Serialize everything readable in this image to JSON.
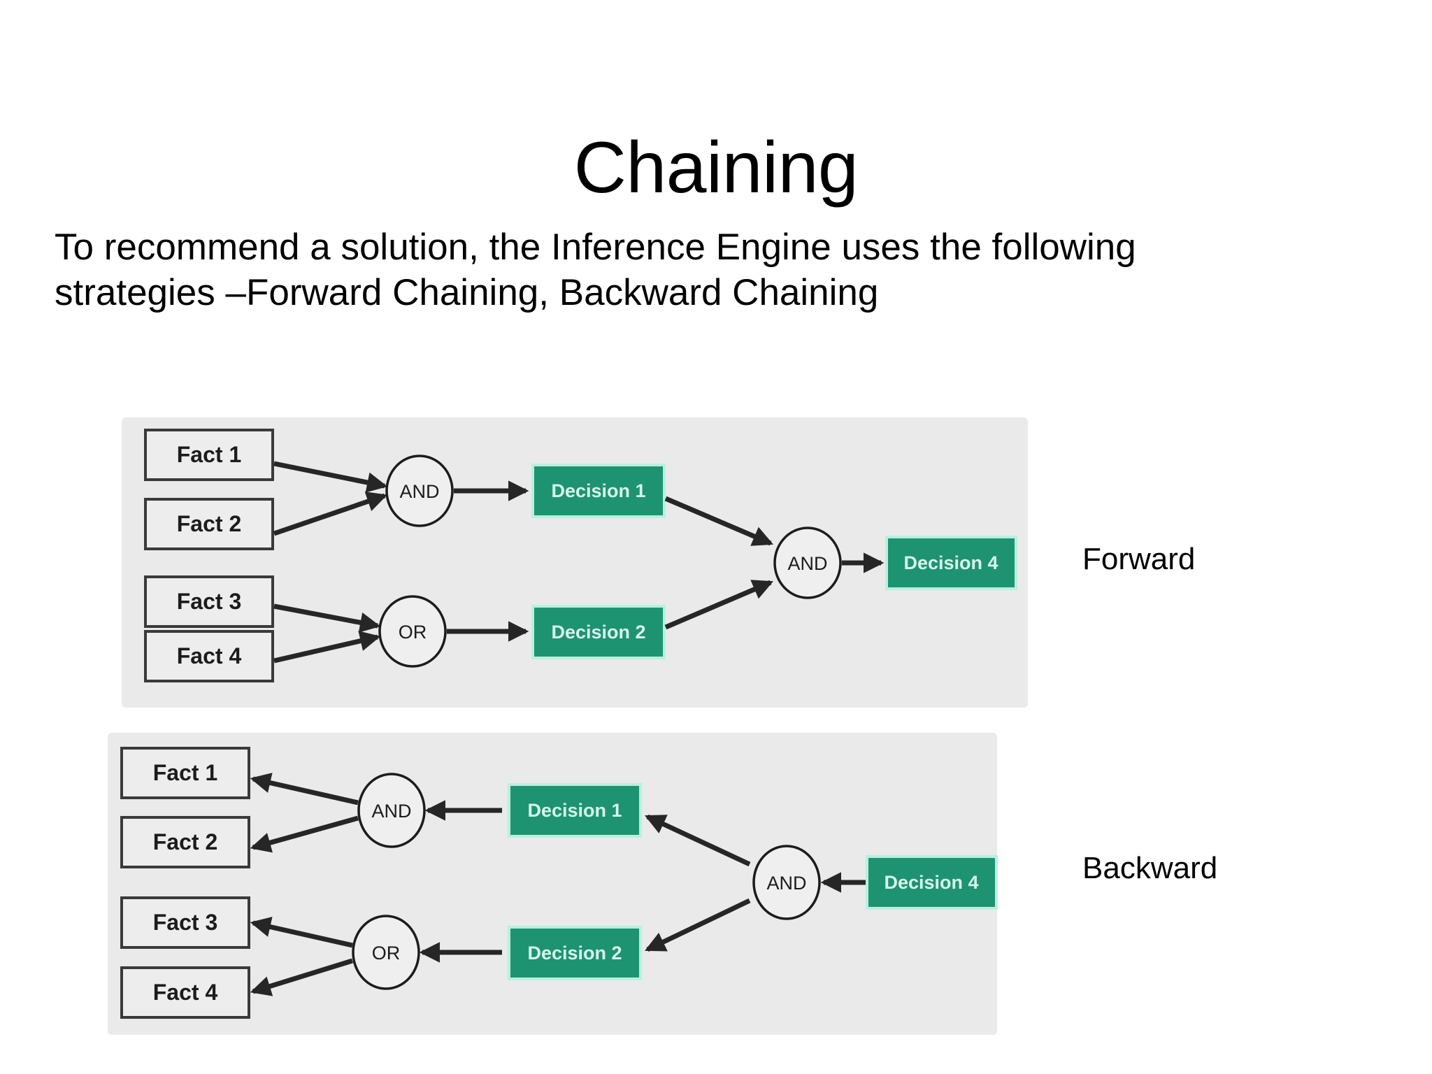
{
  "slide": {
    "title": "Chaining",
    "body_lines": [
      "To recommend a solution, the Inference Engine uses the following",
      "strategies –Forward Chaining, Backward Chaining"
    ]
  },
  "labels": {
    "forward": "Forward",
    "backward": "Backward"
  },
  "colors": {
    "panel_background": "#eaeaea",
    "decision_fill": "#1d9372",
    "decision_glow": "#b9f0dd",
    "fact_fill": "#ededed",
    "fact_border": "#3a3a3a",
    "edge": "#262626",
    "text": "#000000",
    "decision_text": "#d8f6ea"
  },
  "diagrams": [
    {
      "id": "forward",
      "name": "forward-chaining-diagram",
      "direction": "forward",
      "side_label": "Forward",
      "facts": [
        "Fact 1",
        "Fact 2",
        "Fact 3",
        "Fact 4"
      ],
      "gates": [
        "AND",
        "OR",
        "AND"
      ],
      "decisions": [
        "Decision 1",
        "Decision 2",
        "Decision 4"
      ],
      "edges": [
        "Fact 1 -> AND",
        "Fact 2 -> AND",
        "AND -> Decision 1",
        "Fact 3 -> OR",
        "Fact 4 -> OR",
        "OR -> Decision 2",
        "Decision 1 -> AND",
        "Decision 2 -> AND",
        "AND -> Decision 4"
      ]
    },
    {
      "id": "backward",
      "name": "backward-chaining-diagram",
      "direction": "backward",
      "side_label": "Backward",
      "facts": [
        "Fact 1",
        "Fact 2",
        "Fact 3",
        "Fact 4"
      ],
      "gates": [
        "AND",
        "OR",
        "AND"
      ],
      "decisions": [
        "Decision 1",
        "Decision 2",
        "Decision 4"
      ],
      "edges": [
        "AND -> Fact 1",
        "AND -> Fact 2",
        "Decision 1 -> AND",
        "OR -> Fact 3",
        "OR -> Fact 4",
        "Decision 2 -> OR",
        "AND -> Decision 1",
        "AND -> Decision 2",
        "Decision 4 -> AND"
      ]
    }
  ]
}
